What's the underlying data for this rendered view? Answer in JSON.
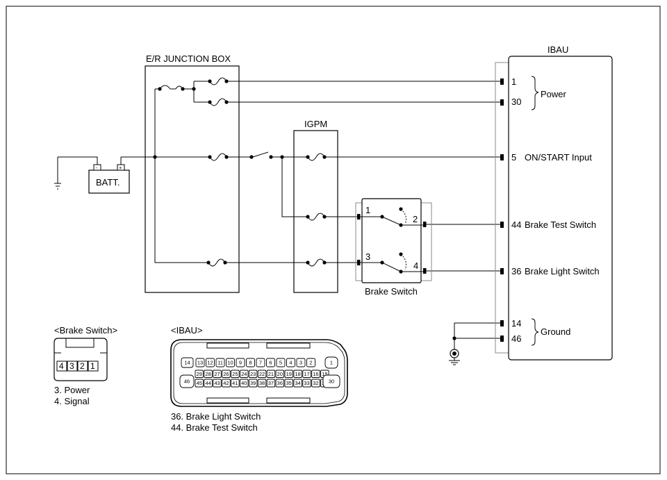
{
  "labels": {
    "jbox": "E/R JUNCTION BOX",
    "igpm": "IGPM",
    "ibau": "IBAU",
    "batt": "BATT.",
    "batt_neg": "-",
    "batt_pos": "+",
    "brake_switch": "Brake Switch"
  },
  "ibau_pins": [
    {
      "num": "1",
      "label": ""
    },
    {
      "num": "30",
      "label": ""
    },
    {
      "num": "5",
      "label": "ON/START Input"
    },
    {
      "num": "44",
      "label": "Brake Test Switch"
    },
    {
      "num": "36",
      "label": "Brake Light Switch"
    },
    {
      "num": "14",
      "label": ""
    },
    {
      "num": "46",
      "label": ""
    }
  ],
  "groups": {
    "power": "Power",
    "ground": "Ground"
  },
  "switch_pins": [
    "1",
    "2",
    "3",
    "4"
  ],
  "brake_connector": {
    "title": "<Brake Switch>",
    "pins": [
      "4",
      "3",
      "2",
      "1"
    ],
    "notes": [
      "3. Power",
      "4. Signal"
    ]
  },
  "ibau_connector": {
    "title": "<IBAU>",
    "row1": [
      "14",
      "13",
      "12",
      "11",
      "10",
      "9",
      "8",
      "7",
      "6",
      "5",
      "4",
      "3",
      "2",
      "1"
    ],
    "row2": [
      "29",
      "28",
      "27",
      "26",
      "25",
      "24",
      "23",
      "22",
      "21",
      "20",
      "19",
      "18",
      "17",
      "16",
      "15"
    ],
    "row3": [
      "45",
      "44",
      "43",
      "42",
      "41",
      "40",
      "39",
      "38",
      "37",
      "36",
      "35",
      "34",
      "33",
      "32",
      "31"
    ],
    "left_big": "46",
    "right_big": "30",
    "notes": [
      "36. Brake Light Switch",
      "44. Brake Test Switch"
    ]
  }
}
